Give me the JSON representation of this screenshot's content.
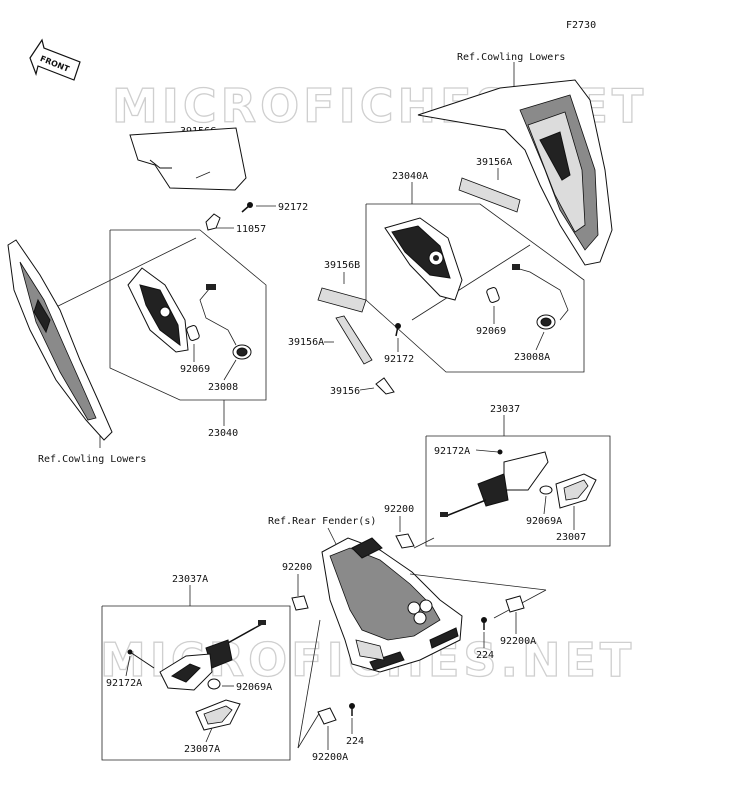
{
  "diagram_id": "F2730",
  "front_label": "FRONT",
  "watermark": "MICROFICHES.NET",
  "refs": {
    "cowling_lowers_top": "Ref.Cowling Lowers",
    "cowling_lowers_left": "Ref.Cowling Lowers",
    "rear_fender": "Ref.Rear Fender(s)"
  },
  "parts": {
    "p39156C": "39156C",
    "p92172_left": "92172",
    "p11057": "11057",
    "p92069_left": "92069",
    "p23008": "23008",
    "p23040": "23040",
    "p23040A": "23040A",
    "p39156A_top": "39156A",
    "p39156B": "39156B",
    "p39156A_mid": "39156A",
    "p39156": "39156",
    "p92172_mid": "92172",
    "p92069_right": "92069",
    "p23008A": "23008A",
    "p23037": "23037",
    "p92172A_right": "92172A",
    "p92069A_right": "92069A",
    "p23007": "23007",
    "p92200_right": "92200",
    "p23037A": "23037A",
    "p92200_left": "92200",
    "p92172A_left": "92172A",
    "p92069A_left": "92069A",
    "p23007A": "23007A",
    "p224_right": "224",
    "p92200A_right": "92200A",
    "p224_bottom": "224",
    "p92200A_bottom": "92200A"
  }
}
